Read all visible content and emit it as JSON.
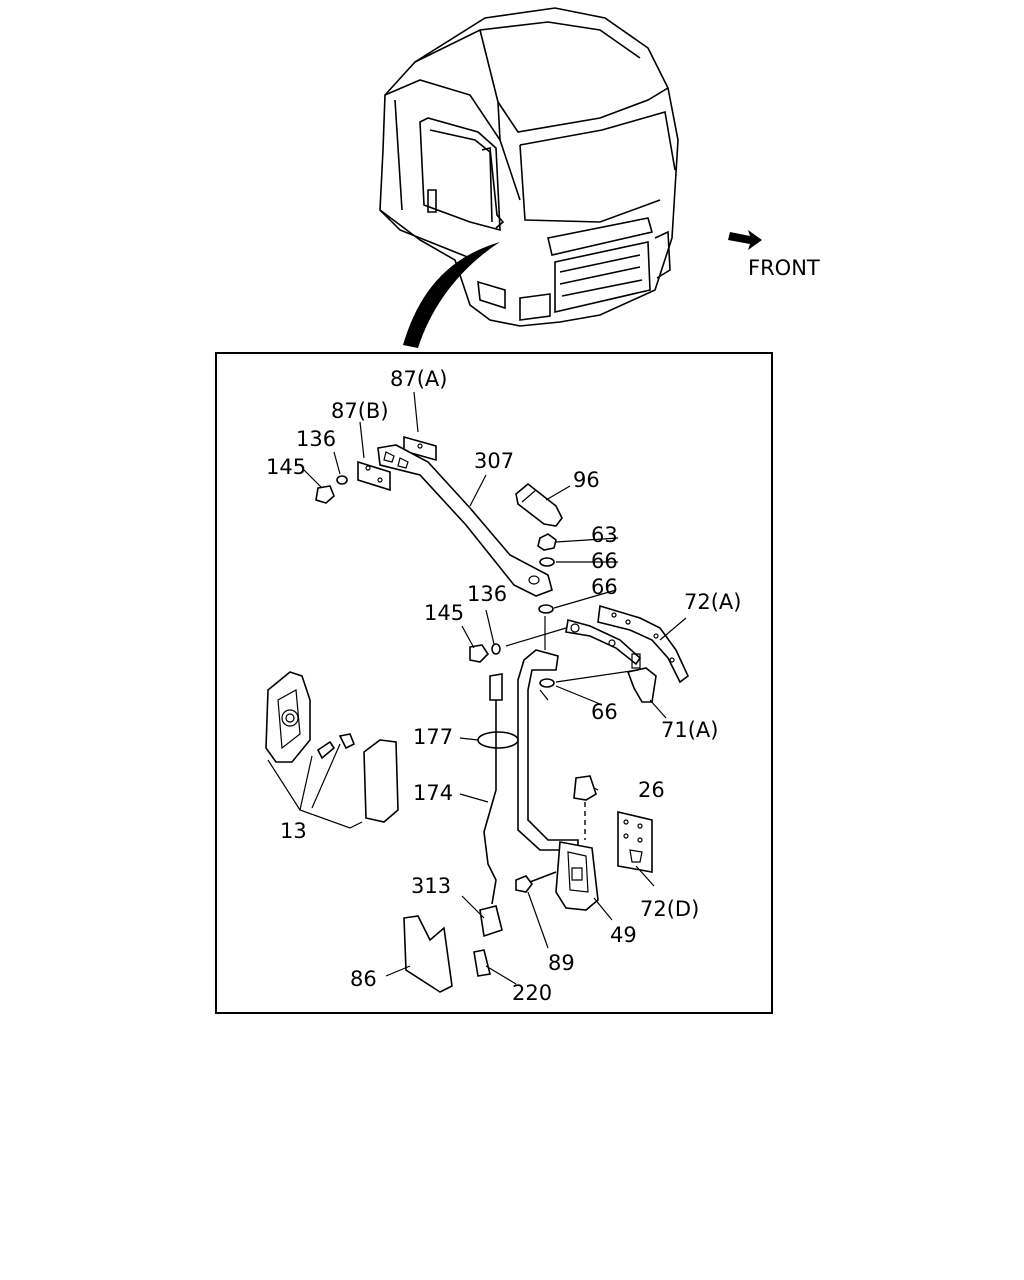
{
  "direction_label": "FRONT",
  "callouts": {
    "c87a": "87(A)",
    "c87b": "87(B)",
    "c136_top": "136",
    "c145_top": "145",
    "c307": "307",
    "c96": "96",
    "c63": "63",
    "c66_a": "66",
    "c66_b": "66",
    "c136_mid": "136",
    "c145_mid": "145",
    "c72a": "72(A)",
    "c66_c": "66",
    "c71a": "71(A)",
    "c177": "177",
    "c174": "174",
    "c13": "13",
    "c26": "26",
    "c313": "313",
    "c72d": "72(D)",
    "c49": "49",
    "c89": "89",
    "c86": "86",
    "c220": "220"
  }
}
